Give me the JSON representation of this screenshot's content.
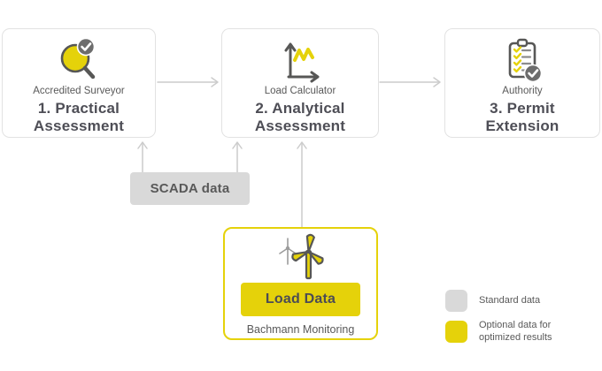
{
  "diagram": {
    "steps": [
      {
        "icon": "magnifier-check-icon",
        "label": "Accredited Surveyor",
        "title": "1. Practical\nAssessment"
      },
      {
        "icon": "chart-axes-icon",
        "label": "Load Calculator",
        "title": "2. Analytical\nAssessment"
      },
      {
        "icon": "clipboard-check-icon",
        "label": "Authority",
        "title": "3. Permit\nExtension"
      }
    ],
    "scada_box": {
      "label": "SCADA data"
    },
    "monitor_box": {
      "icon": "wind-turbine-icon",
      "button_label": "Load Data",
      "caption": "Bachmann Monitoring"
    },
    "legend": [
      {
        "swatch_color": "#d9d9d9",
        "label": "Standard data"
      },
      {
        "swatch_color": "#e5d20a",
        "label": "Optional data for\noptimized results"
      }
    ],
    "colors": {
      "accent_yellow": "#e5d20a",
      "standard_gray": "#d9d9d9",
      "arrow_gray": "#cccccc",
      "title_text": "#4e4e56",
      "body_text": "#595959"
    }
  }
}
